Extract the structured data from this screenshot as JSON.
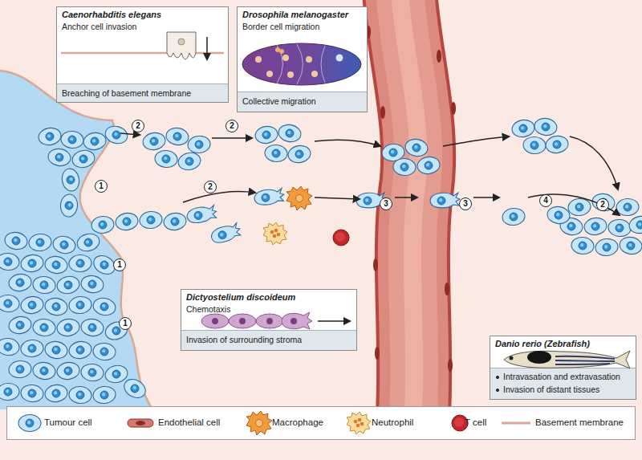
{
  "diagram": {
    "nodes": [
      {
        "text": [
          "Caenorhabditis elegans",
          "Anchor cell invasion",
          "Breaching of basement membrane"
        ]
      },
      {
        "text": [
          "Drosophila melanogaster",
          "Border cell migration",
          "Collective migration"
        ]
      },
      {
        "text": [
          "Dictyostelium discoideum",
          "Chemotaxis",
          "Invasion of surrounding stroma"
        ]
      },
      {
        "text": [
          "Danio rerio (Zebrafish)",
          "Intravasation and extravasation",
          "Invasion of distant tissues"
        ]
      }
    ],
    "labels": [
      "2",
      "2",
      "1",
      "2",
      "4",
      "3",
      "3",
      "2",
      "1",
      "1"
    ],
    "legend": [
      {
        "text": "Tumour cell"
      },
      {
        "text": "Endothelial cell"
      },
      {
        "text": "Macrophage"
      },
      {
        "text": "Neutrophil"
      },
      {
        "text": "T cell"
      },
      {
        "text": "Basement membrane"
      }
    ]
  }
}
